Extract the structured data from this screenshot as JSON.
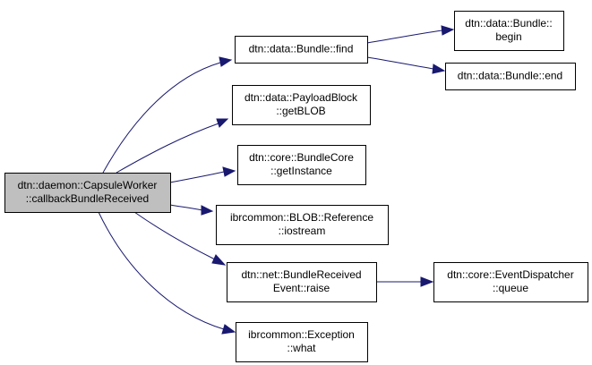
{
  "diagram": {
    "colors": {
      "root_fill": "#bfbfbf",
      "node_fill": "#ffffff",
      "border": "#000000",
      "edge": "#191970"
    },
    "nodes": [
      {
        "id": "root",
        "lines": [
          "dtn::daemon::CapsuleWorker",
          "::callbackBundleReceived"
        ]
      },
      {
        "id": "find",
        "lines": [
          "dtn::data::Bundle::find"
        ]
      },
      {
        "id": "begin",
        "lines": [
          "dtn::data::Bundle::",
          "begin"
        ]
      },
      {
        "id": "end",
        "lines": [
          "dtn::data::Bundle::end"
        ]
      },
      {
        "id": "getblob",
        "lines": [
          "dtn::data::PayloadBlock",
          "::getBLOB"
        ]
      },
      {
        "id": "getinstance",
        "lines": [
          "dtn::core::BundleCore",
          "::getInstance"
        ]
      },
      {
        "id": "iostream",
        "lines": [
          "ibrcommon::BLOB::Reference",
          "::iostream"
        ]
      },
      {
        "id": "raise",
        "lines": [
          "dtn::net::BundleReceived",
          "Event::raise"
        ]
      },
      {
        "id": "queue",
        "lines": [
          "dtn::core::EventDispatcher",
          "::queue"
        ]
      },
      {
        "id": "what",
        "lines": [
          "ibrcommon::Exception",
          "::what"
        ]
      }
    ],
    "edges": [
      {
        "from": "root",
        "to": "find"
      },
      {
        "from": "root",
        "to": "getblob"
      },
      {
        "from": "root",
        "to": "getinstance"
      },
      {
        "from": "root",
        "to": "iostream"
      },
      {
        "from": "root",
        "to": "raise"
      },
      {
        "from": "root",
        "to": "what"
      },
      {
        "from": "find",
        "to": "begin"
      },
      {
        "from": "find",
        "to": "end"
      },
      {
        "from": "raise",
        "to": "queue"
      }
    ]
  }
}
